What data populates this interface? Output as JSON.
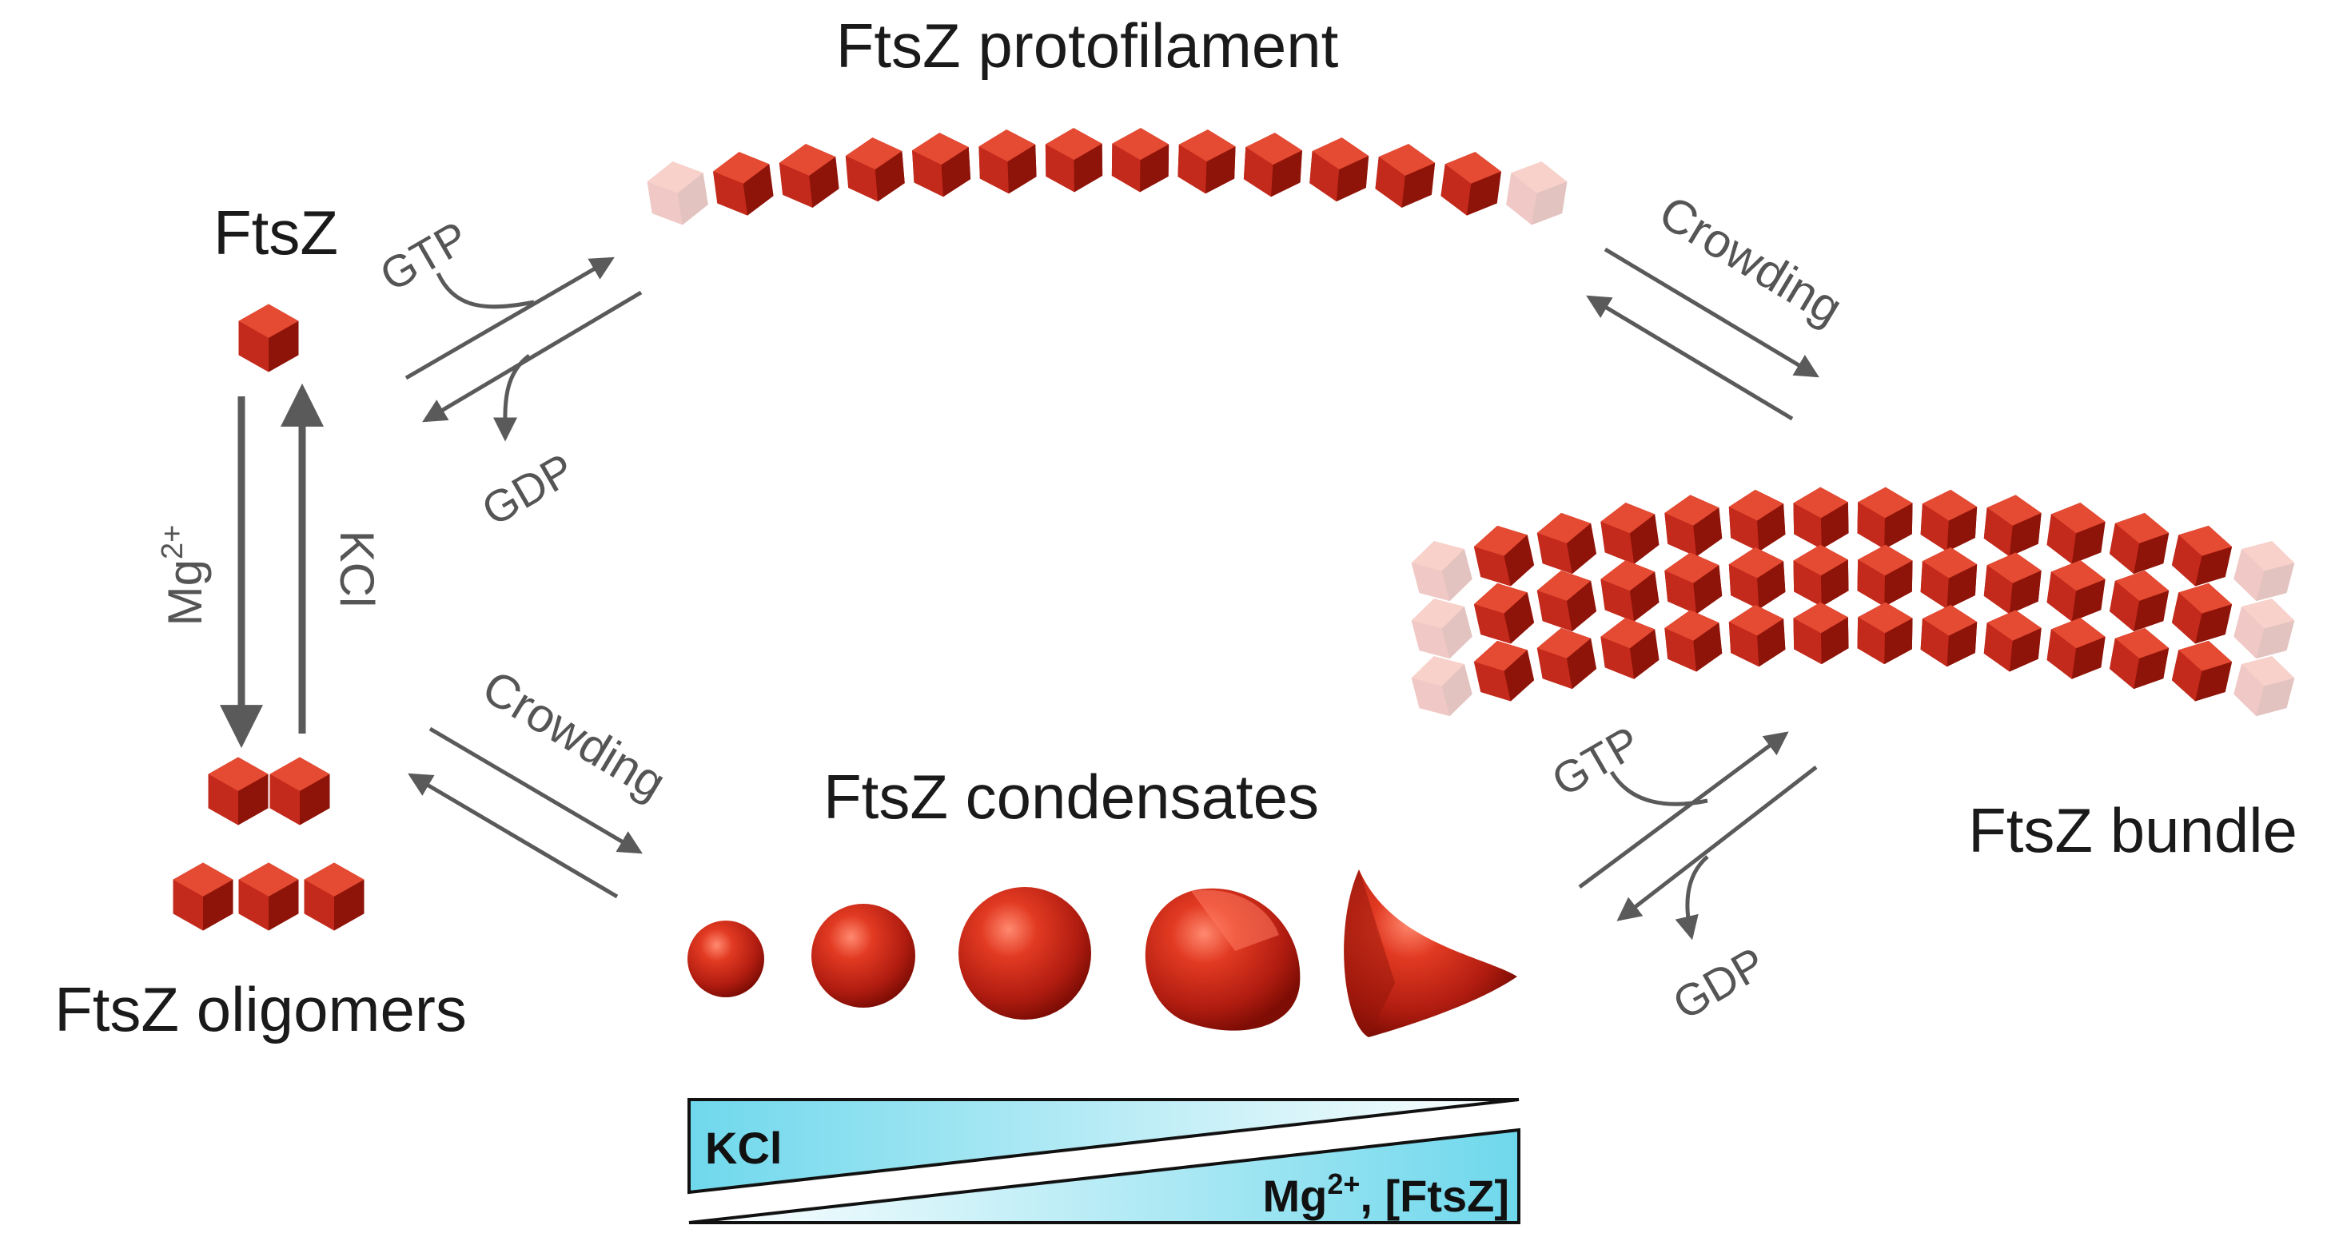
{
  "labels": {
    "ftsz": "FtsZ",
    "protofilament": "FtsZ protofilament",
    "bundle": "FtsZ bundle",
    "oligomers": "FtsZ oligomers",
    "condensates": "FtsZ condensates"
  },
  "reagents": {
    "gtp": "GTP",
    "gdp": "GDP",
    "crowding": "Crowding",
    "mg_base": "Mg",
    "mg_sup": "2+",
    "kcl": "KCl"
  },
  "gradient": {
    "kcl": "KCl",
    "mg_base": "Mg",
    "mg_sup": "2+",
    "mg_rest": ", [FtsZ]"
  },
  "colors": {
    "monomer": "#c42a1c",
    "arrow": "#5a5a5a",
    "gradient_strong": "#6fd8ec",
    "gradient_weak": "#ffffff"
  }
}
